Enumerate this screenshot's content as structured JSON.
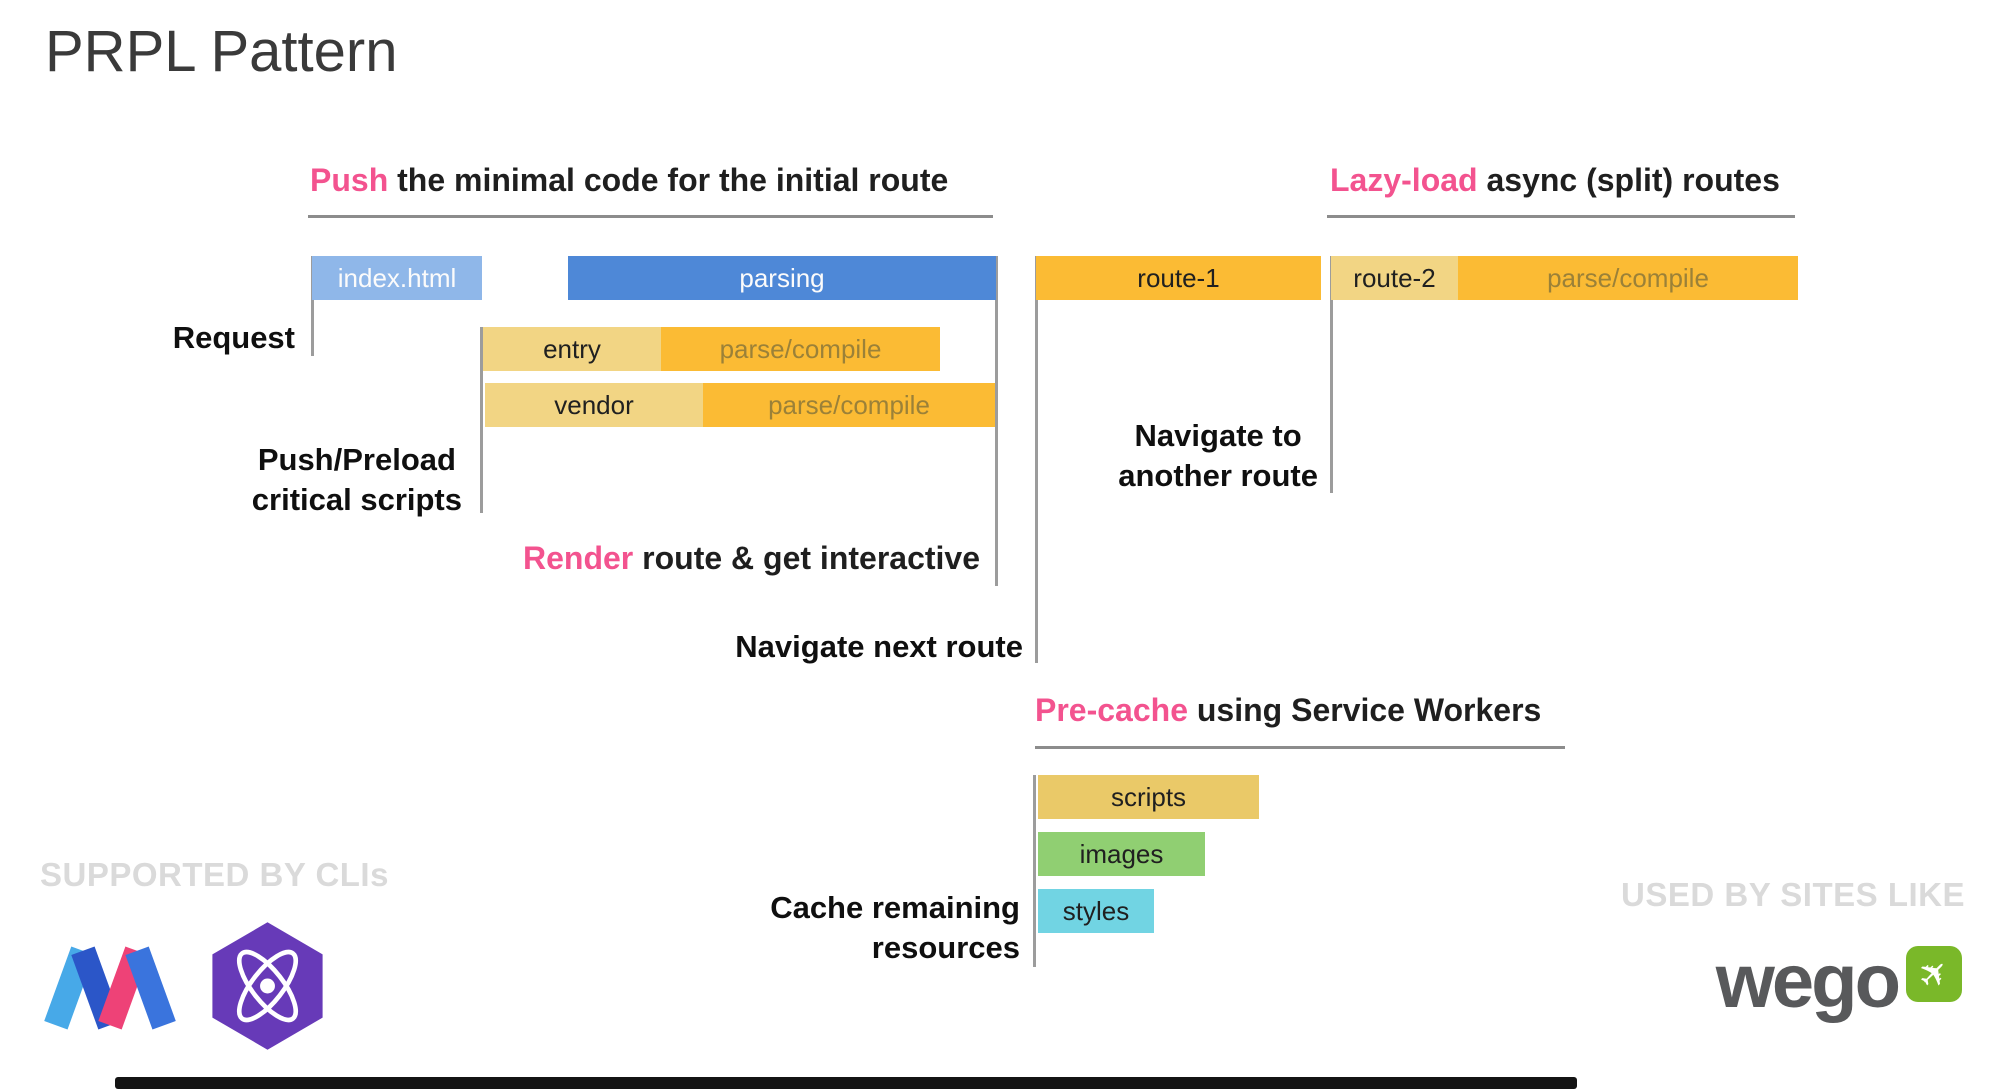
{
  "title": "PRPL Pattern",
  "sections": {
    "push": {
      "highlight": "Push",
      "rest": " the minimal code for the initial route"
    },
    "lazy": {
      "highlight": "Lazy-load",
      "rest": " async (split) routes"
    },
    "render": {
      "highlight": "Render",
      "rest": " route & get interactive"
    },
    "precache": {
      "highlight": "Pre-cache",
      "rest": " using Service Workers"
    }
  },
  "labels": {
    "request": "Request",
    "push_preload": "Push/Preload\ncritical scripts",
    "navigate_another": "Navigate to\nanother route",
    "navigate_next": "Navigate next route",
    "cache_remaining": "Cache remaining\nresources"
  },
  "bars": {
    "index_html": {
      "label": "index.html",
      "bg": "#8fb7e9"
    },
    "parsing": {
      "label": "parsing",
      "bg": "#4e88d7"
    },
    "route1": {
      "label": "route-1",
      "bg": "#fbbb34"
    },
    "route2": {
      "label": "route-2",
      "bg": "#f2d584"
    },
    "route2_parse": {
      "label": "parse/compile",
      "bg": "#fbbb34"
    },
    "entry": {
      "label": "entry",
      "bg": "#f2d584"
    },
    "entry_parse": {
      "label": "parse/compile",
      "bg": "#fbbb34"
    },
    "vendor": {
      "label": "vendor",
      "bg": "#f2d584"
    },
    "vendor_parse": {
      "label": "parse/compile",
      "bg": "#fbbb34"
    },
    "scripts": {
      "label": "scripts",
      "bg": "#eac968"
    },
    "images": {
      "label": "images",
      "bg": "#90cf72"
    },
    "styles": {
      "label": "styles",
      "bg": "#71d4e3"
    }
  },
  "footer": {
    "supported_by": "SUPPORTED BY CLIs",
    "used_by": "USED BY SITES LIKE",
    "wego_text": "wego"
  },
  "icons": {
    "polymer_logo": "polymer-logo",
    "preact_logo": "preact-logo",
    "wego_plane_glyph": "✈"
  },
  "colors": {
    "accent_pink": "#f3538f",
    "blue_bar": "#4e88d7",
    "light_blue_bar": "#8fb7e9",
    "orange_bar": "#fbbb34",
    "light_amber_bar": "#f2d584",
    "muted_bar_text": "#9b8138",
    "line_gray": "#9c9c9c",
    "watermark_gray": "#dadada"
  }
}
